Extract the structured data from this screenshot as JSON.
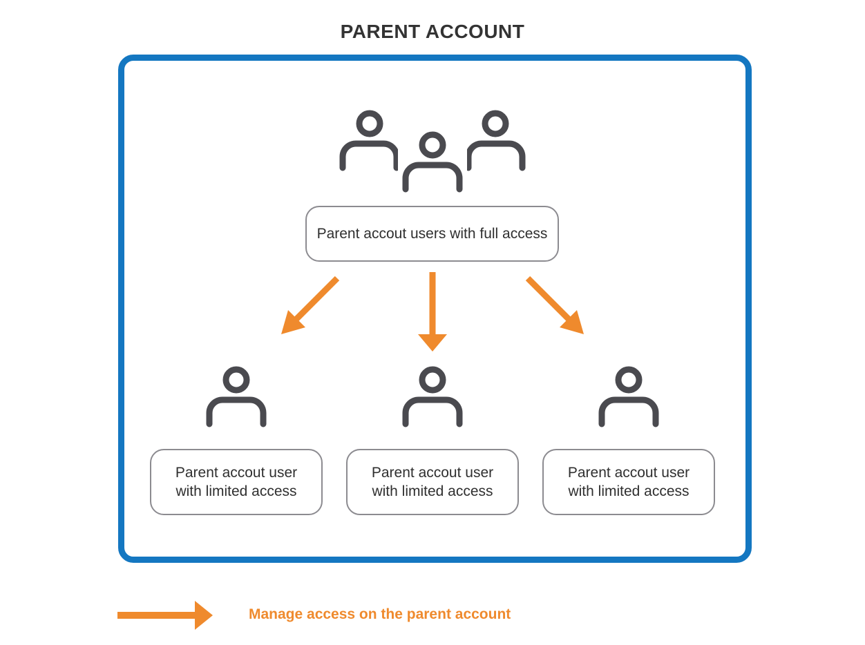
{
  "title": "PARENT ACCOUNT",
  "full_access_box": {
    "label": "Parent accout users with full access"
  },
  "limited_boxes": [
    {
      "label": "Parent accout user with limited access"
    },
    {
      "label": "Parent accout user with limited access"
    },
    {
      "label": "Parent accout user with limited access"
    }
  ],
  "legend": {
    "label": "Manage access on the parent account"
  },
  "colors": {
    "frame": "#1477c1",
    "arrow": "#ef8a2d",
    "user_icon": "#4a4a4f",
    "box_border": "#8c8b90"
  },
  "icons": {
    "user": "user-icon",
    "arrow": "arrow-icon"
  }
}
